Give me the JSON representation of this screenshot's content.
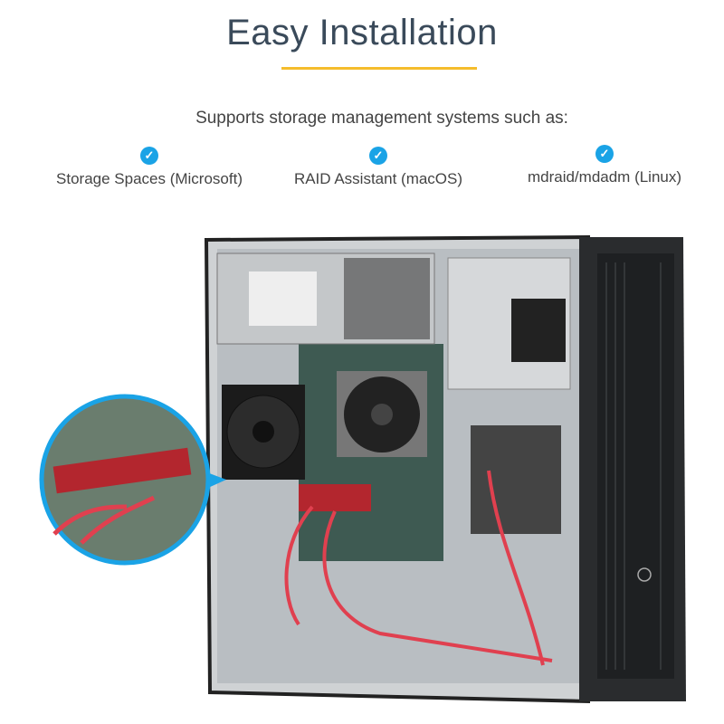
{
  "header": {
    "title": "Easy Installation",
    "subtitle": "Supports storage management systems such as:"
  },
  "features": [
    {
      "label": "Storage Spaces (Microsoft)",
      "icon": "check-circle-icon"
    },
    {
      "label": "RAID Assistant (macOS)",
      "icon": "check-circle-icon"
    },
    {
      "label": "mdraid/mdadm (Linux)",
      "icon": "check-circle-icon"
    }
  ],
  "colors": {
    "accent": "#f5bd2c",
    "check": "#1aa3e6",
    "title": "#3a4a5a",
    "callout": "#1aa3e6"
  }
}
